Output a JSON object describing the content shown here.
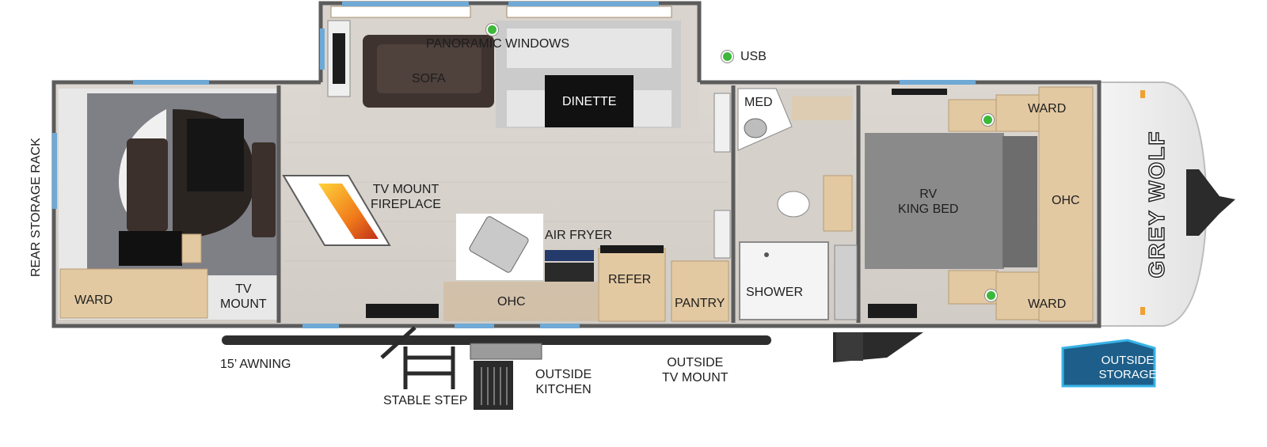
{
  "labels": {
    "panoramic_windows": "PANORAMIC WINDOWS",
    "usb": "USB",
    "sofa": "SOFA",
    "dinette": "DINETTE",
    "med": "MED",
    "ward_top": "WARD",
    "ohc_bedroom": "OHC",
    "rv_king_bed": "RV\nKING BED",
    "ward_bottom": "WARD",
    "rear_storage_rack": "REAR STORAGE RACK",
    "ward_rear": "WARD",
    "tv_mount_rear": "TV\nMOUNT",
    "tv_mount_fireplace": "TV MOUNT\nFIREPLACE",
    "air_fryer": "AIR FRYER",
    "ohc_kitchen": "OHC",
    "refer": "REFER",
    "pantry": "PANTRY",
    "shower": "SHOWER",
    "awning": "15’ AWNING",
    "stable_step": "STABLE STEP",
    "outside_kitchen": "OUTSIDE\nKITCHEN",
    "outside_tv_mount": "OUTSIDE\nTV MOUNT",
    "outside_storage": "OUTSIDE\nSTORAGE",
    "brand_mark": "GREY WOLF"
  },
  "colors": {
    "wall": "#5c5c5c",
    "floor": "#d7d2cc",
    "cabinet_wood": "#e3c9a2",
    "bed": "#8a8a8a",
    "sofa": "#3f3330",
    "dinette_table": "#111111",
    "usb_dot": "#3cb83a",
    "outside_storage_badge": "#1d5f8a",
    "window": "#6fa9d6"
  }
}
